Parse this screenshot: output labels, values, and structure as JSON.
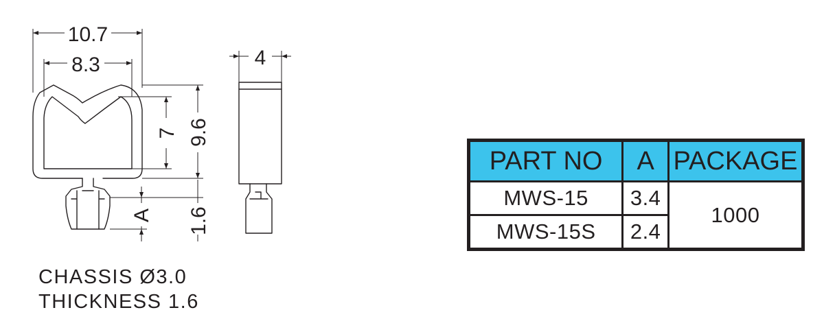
{
  "colors": {
    "header_bg": "#3cc3ec",
    "line": "#231f20",
    "outline": "#231f20",
    "background": "#ffffff"
  },
  "dimensions": {
    "overall_width": "10.7",
    "inner_width": "8.3",
    "thickness": "4",
    "inner_height": "7",
    "overall_height": "9.6",
    "anchor_length": "A",
    "anchor_1_6": "1.6"
  },
  "notes": {
    "chassis": "CHASSIS Ø3.0",
    "thickness": "THICKNESS 1.6"
  },
  "table": {
    "headers": [
      "PART NO",
      "A",
      "PACKAGE"
    ],
    "rows": [
      {
        "part_no": "MWS-15",
        "a": "3.4"
      },
      {
        "part_no": "MWS-15S",
        "a": "2.4"
      }
    ],
    "package": "1000"
  }
}
